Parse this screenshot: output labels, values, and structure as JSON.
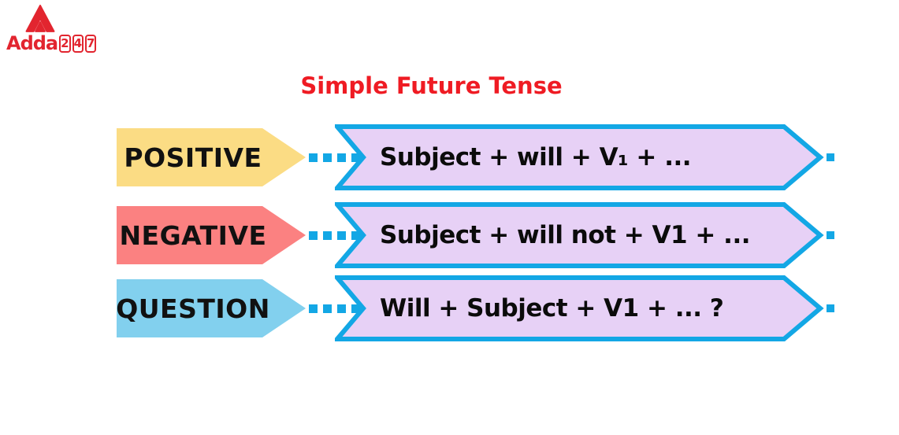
{
  "logo": {
    "brand": "Adda",
    "digits": [
      "2",
      "4",
      "7"
    ]
  },
  "title": "Simple Future Tense",
  "rows": [
    {
      "label": "POSITIVE",
      "label_color": "#FBDC84",
      "formula": "Subject + will + V₁ + ..."
    },
    {
      "label": "NEGATIVE",
      "label_color": "#FB8181",
      "formula": "Subject + will not + V1 + ..."
    },
    {
      "label": "QUESTION",
      "label_color": "#82D0EE",
      "formula": "Will + Subject + V1 + ... ?"
    }
  ],
  "styles": {
    "background": "#FFFFFF",
    "title_color": "#EF1B23",
    "logo_red": "#E2252F",
    "banner_fill": "#E7D1F6",
    "banner_border": "#13A7E5",
    "connector_color": "#13A7E5",
    "formula_text_color": "#0B0B0B",
    "label_text_color": "#111111"
  }
}
